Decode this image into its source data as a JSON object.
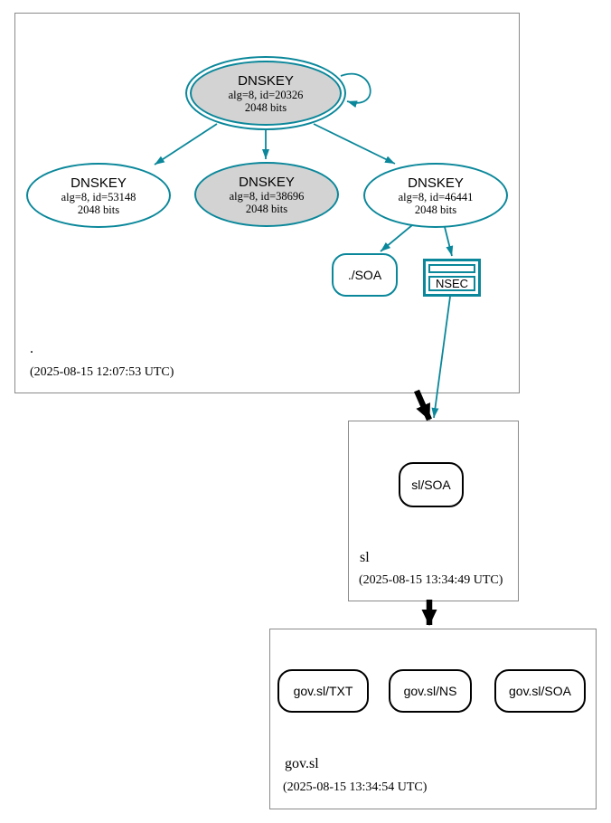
{
  "colors": {
    "secure_teal": "#0a879a",
    "key_fill_gray": "#d3d3d3",
    "zone_border_gray": "#8a8a8a",
    "insecure_black": "#000000"
  },
  "zones": {
    "root": {
      "name": ".",
      "timestamp": "(2025-08-15 12:07:53 UTC)",
      "ksk": {
        "title": "DNSKEY",
        "alg": "alg=8, id=20326",
        "bits": "2048 bits"
      },
      "zsk_left": {
        "title": "DNSKEY",
        "alg": "alg=8, id=53148",
        "bits": "2048 bits"
      },
      "zsk_mid": {
        "title": "DNSKEY",
        "alg": "alg=8, id=38696",
        "bits": "2048 bits"
      },
      "zsk_right": {
        "title": "DNSKEY",
        "alg": "alg=8, id=46441",
        "bits": "2048 bits"
      },
      "soa": {
        "label": "./SOA"
      },
      "nsec": {
        "label": "NSEC"
      }
    },
    "sl": {
      "name": "sl",
      "timestamp": "(2025-08-15 13:34:49 UTC)",
      "soa": {
        "label": "sl/SOA"
      }
    },
    "govsl": {
      "name": "gov.sl",
      "timestamp": "(2025-08-15 13:34:54 UTC)",
      "txt": {
        "label": "gov.sl/TXT"
      },
      "ns": {
        "label": "gov.sl/NS"
      },
      "soa": {
        "label": "gov.sl/SOA"
      }
    }
  }
}
